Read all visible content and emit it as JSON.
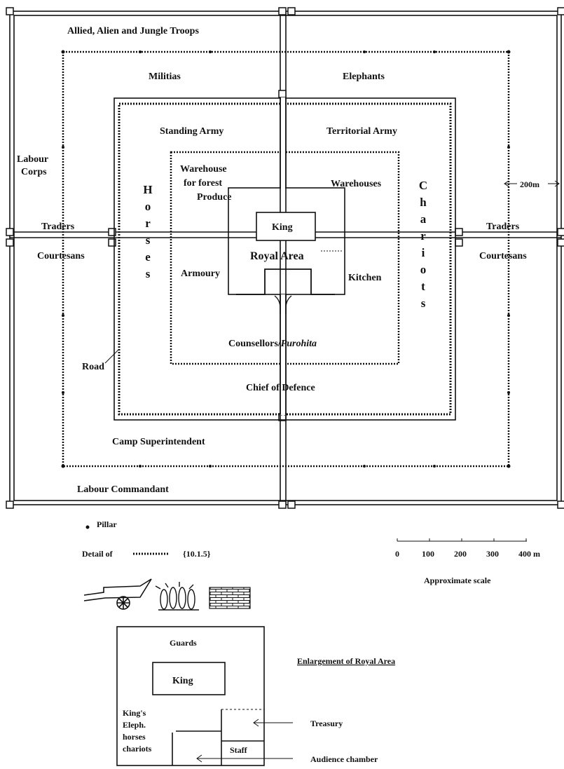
{
  "outer_zone": {
    "allied": "Allied, Alien and Jungle Troops",
    "labour_corps": "Labour Corps",
    "traders_left": "Traders",
    "courtesans_left": "Courtesans",
    "road": "Road",
    "labour_commandant": "Labour Commandant",
    "traders_right": "Traders",
    "courtesans_right": "Courtesans",
    "distance": "200m"
  },
  "second_zone": {
    "militias": "Militias",
    "elephants": "Elephants",
    "camp_superintendent": "Camp Superintendent"
  },
  "third_zone": {
    "standing_army": "Standing Army",
    "territorial_army": "Territorial Army",
    "horses_letters": [
      "H",
      "o",
      "r",
      "s",
      "e",
      "s"
    ],
    "chariots_letters": [
      "C",
      "h",
      "a",
      "r",
      "i",
      "o",
      "t",
      "s"
    ],
    "chief_of_defence": "Chief of Defence"
  },
  "inner_zone": {
    "warehouse_forest": [
      "Warehouse",
      "for forest",
      "Produce"
    ],
    "warehouses": "Warehouses",
    "armoury": "Armoury",
    "kitchen": "Kitchen",
    "counsellors": "Counsellors/",
    "purohita": "Purohita",
    "king": "King",
    "royal_area": "Royal Area"
  },
  "legend": {
    "pillar": "Pillar",
    "detail_of": "Detail of",
    "detail_ref": "{10.1.5}",
    "scale_ticks": [
      "0",
      "100",
      "200",
      "300",
      "400 m"
    ],
    "scale_caption": "Approximate scale"
  },
  "enlargement": {
    "title": "Enlargement of Royal Area",
    "guards": "Guards",
    "king": "King",
    "kings_lines": [
      "King's",
      "Eleph.",
      "horses",
      "chariots"
    ],
    "staff": "Staff",
    "treasury": "Treasury",
    "audience": "Audience chamber"
  }
}
